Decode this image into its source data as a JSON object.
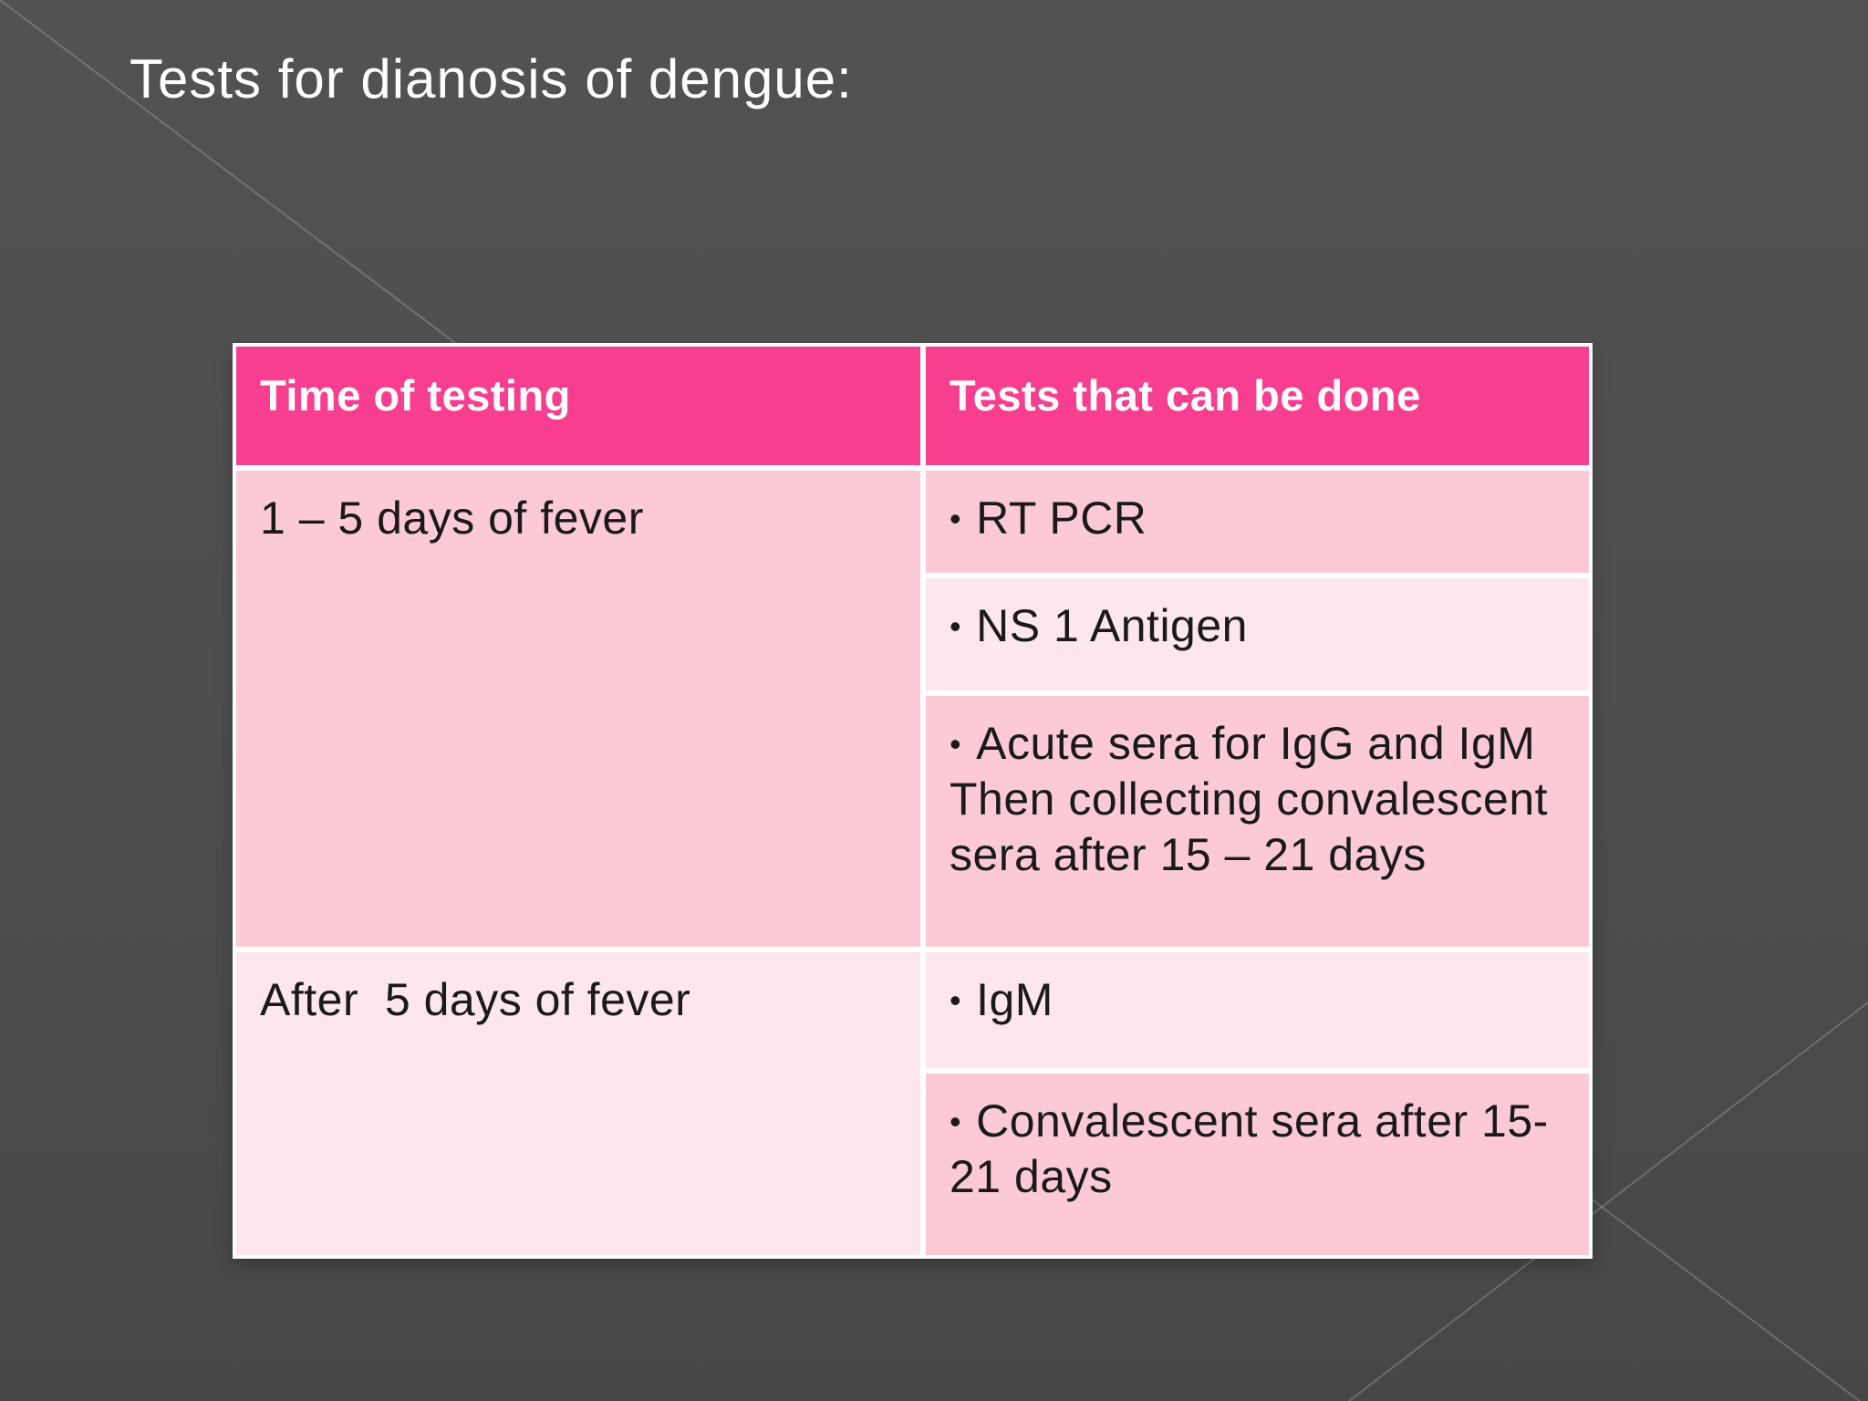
{
  "slide": {
    "title": "Tests for dianosis of dengue:"
  },
  "icons": {
    "bullet": "•"
  },
  "colors": {
    "background": "#4E4D4D",
    "header_bg": "#F73E8F",
    "row_dark": "#FBCAD6",
    "row_light": "#FDE6ED",
    "border_white": "#FFFFFF",
    "title_color": "#FFFFFF",
    "header_text": "#FFFFFF",
    "body_text": "#1A1A1A"
  },
  "table": {
    "columns": [
      "Time of testing",
      "Tests that can be done"
    ],
    "rows": [
      {
        "time": "1 – 5 days of fever",
        "tests": [
          "RT PCR",
          "NS 1 Antigen",
          "Acute sera for IgG and IgM Then collecting convalescent sera after 15 – 21 days"
        ]
      },
      {
        "time": "After  5 days of fever",
        "tests": [
          "IgM",
          "Convalescent sera after 15-21 days"
        ]
      }
    ]
  }
}
